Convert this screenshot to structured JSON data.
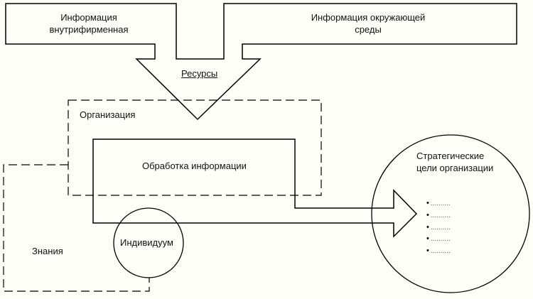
{
  "sources": {
    "internal": "Информация внутрифирменная",
    "internal_line1": "Информация",
    "internal_line2": "внутрифирменная",
    "environment_line1": "Информация окружающей",
    "environment_line2": "среды"
  },
  "resources": "Ресурсы",
  "organization": "Организация",
  "processing": "Обработка информации",
  "individual": "Индивидуум",
  "knowledge": "Знания",
  "goals": {
    "title_line1": "Стратегические",
    "title_line2": "цели организации",
    "items": [
      "..........",
      "..........",
      "..........",
      "..........",
      ".........."
    ]
  },
  "colors": {
    "stroke": "#000000",
    "background": "#fffff8"
  }
}
